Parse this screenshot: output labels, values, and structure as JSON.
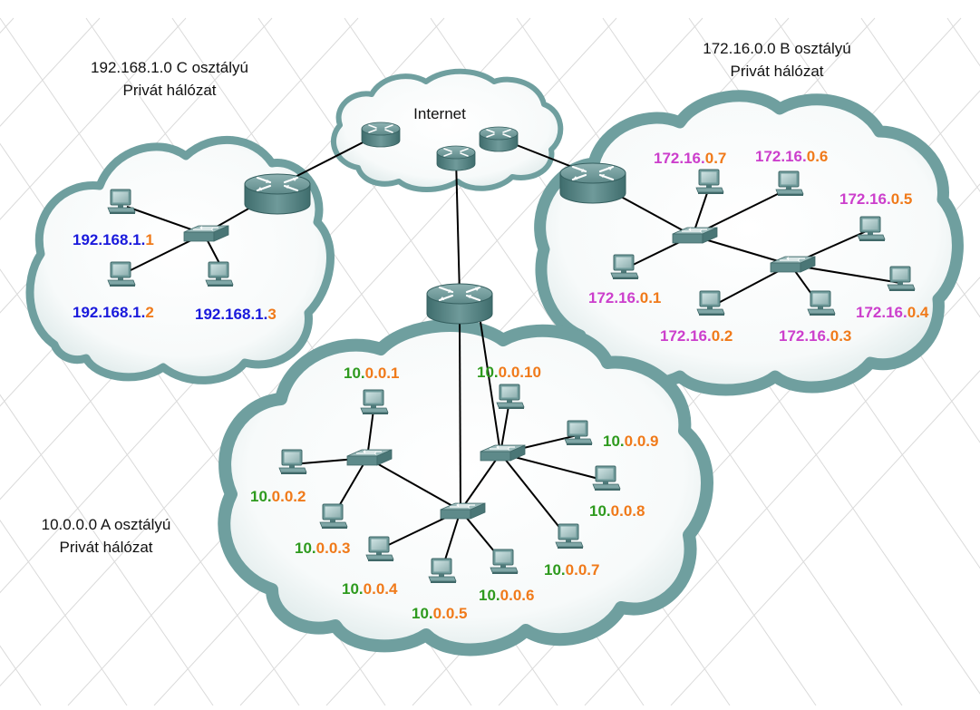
{
  "colors": {
    "prefix_c": "#1a1adc",
    "prefix_b": "#cc3fcc",
    "prefix_a": "#2e9a1e",
    "host": "#f07a1a",
    "cloud_edge": "#6f9f9f",
    "device": "#5f8c8c"
  },
  "captions": {
    "class_c": {
      "line1": "192.168.1.0 C osztályú",
      "line2": "Privát hálózat"
    },
    "class_b": {
      "line1": "172.16.0.0 B osztályú",
      "line2": "Privát hálózat"
    },
    "class_a": {
      "line1": "10.0.0.0 A osztályú",
      "line2": "Privát hálózat"
    }
  },
  "internet_label": "Internet",
  "networks": {
    "class_c": {
      "prefix": "192.168.1.",
      "hosts": [
        {
          "name": "pc-192-168-1-1",
          "host": "1"
        },
        {
          "name": "pc-192-168-1-2",
          "host": "2"
        },
        {
          "name": "pc-192-168-1-3",
          "host": "3"
        }
      ]
    },
    "class_b": {
      "prefix": "172.16.",
      "hosts": [
        {
          "name": "pc-172-16-0-7",
          "host": "0.7"
        },
        {
          "name": "pc-172-16-0-6",
          "host": "0.6"
        },
        {
          "name": "pc-172-16-0-5",
          "host": "0.5"
        },
        {
          "name": "pc-172-16-0-1",
          "host": "0.1"
        },
        {
          "name": "pc-172-16-0-4",
          "host": "0.4"
        },
        {
          "name": "pc-172-16-0-2",
          "host": "0.2"
        },
        {
          "name": "pc-172-16-0-3",
          "host": "0.3"
        }
      ]
    },
    "class_a": {
      "prefix": "10.",
      "hosts": [
        {
          "name": "pc-10-0-0-1",
          "host": "0.0.1"
        },
        {
          "name": "pc-10-0-0-10",
          "host": "0.0.10"
        },
        {
          "name": "pc-10-0-0-9",
          "host": "0.0.9"
        },
        {
          "name": "pc-10-0-0-2",
          "host": "0.0.2"
        },
        {
          "name": "pc-10-0-0-8",
          "host": "0.0.8"
        },
        {
          "name": "pc-10-0-0-3",
          "host": "0.0.3"
        },
        {
          "name": "pc-10-0-0-7",
          "host": "0.0.7"
        },
        {
          "name": "pc-10-0-0-4",
          "host": "0.0.4"
        },
        {
          "name": "pc-10-0-0-6",
          "host": "0.0.6"
        },
        {
          "name": "pc-10-0-0-5",
          "host": "0.0.5"
        }
      ]
    }
  }
}
